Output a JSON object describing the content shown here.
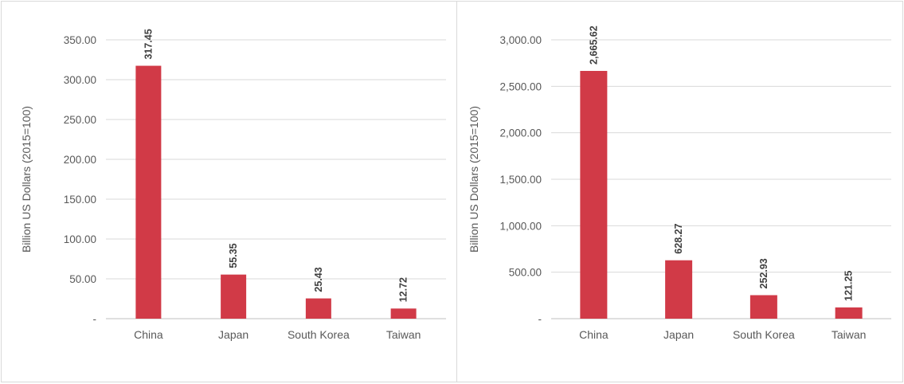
{
  "chart_data": [
    {
      "type": "bar",
      "categories": [
        "China",
        "Japan",
        "South Korea",
        "Taiwan"
      ],
      "values": [
        317.45,
        55.35,
        25.43,
        12.72
      ],
      "value_labels": [
        "317.45",
        "55.35",
        "25.43",
        "12.72"
      ],
      "ylabel": "Billion US Dollars (2015=100)",
      "ylim": [
        0,
        350
      ],
      "yticks": [
        0,
        50,
        100,
        150,
        200,
        250,
        300,
        350
      ],
      "ytick_labels": [
        "-",
        "50.00",
        "100.00",
        "150.00",
        "200.00",
        "250.00",
        "300.00",
        "350.00"
      ],
      "grid": true,
      "bar_color": "#d13a47"
    },
    {
      "type": "bar",
      "categories": [
        "China",
        "Japan",
        "South Korea",
        "Taiwan"
      ],
      "values": [
        2665.62,
        628.27,
        252.93,
        121.25
      ],
      "value_labels": [
        "2,665.62",
        "628.27",
        "252.93",
        "121.25"
      ],
      "ylabel": "Billion US Dollars (2015=100)",
      "ylim": [
        0,
        3000
      ],
      "yticks": [
        0,
        500,
        1000,
        1500,
        2000,
        2500,
        3000
      ],
      "ytick_labels": [
        "-",
        "500.00",
        "1,000.00",
        "1,500.00",
        "2,000.00",
        "2,500.00",
        "3,000.00"
      ],
      "grid": true,
      "bar_color": "#d13a47"
    }
  ]
}
